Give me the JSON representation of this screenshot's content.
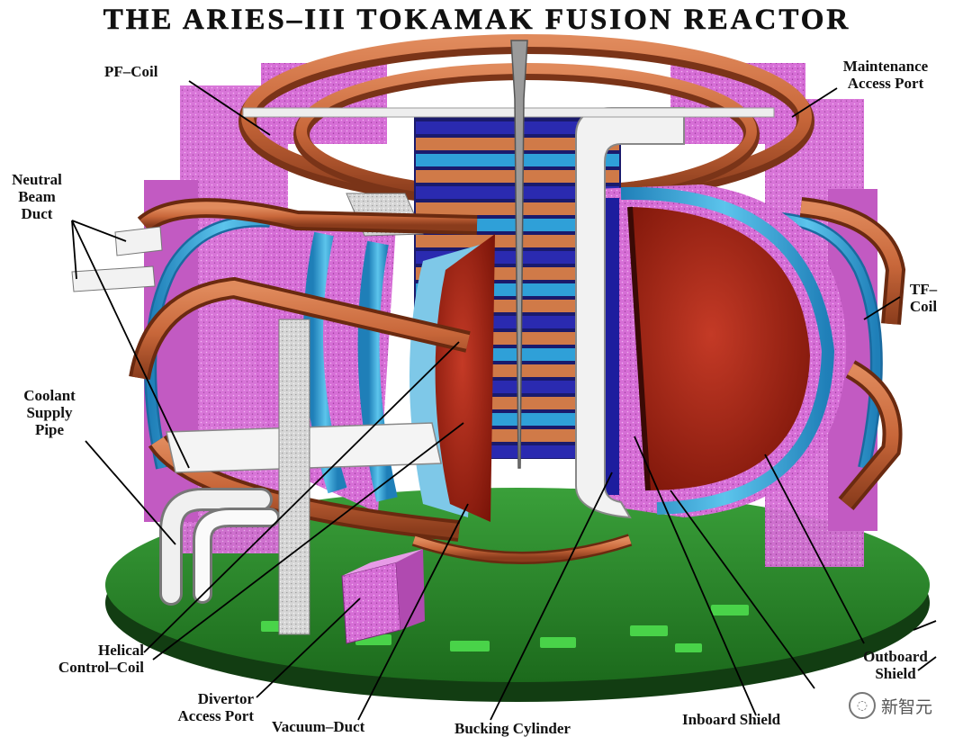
{
  "title": "THE ARIES–III TOKAMAK FUSION REACTOR",
  "labels": {
    "pf_coil": [
      "PF–Coil"
    ],
    "maintenance_port": [
      "Maintenance",
      "Access Port"
    ],
    "neutral_beam": [
      "Neutral",
      "Beam",
      "Duct"
    ],
    "tf_coil": [
      "TF–",
      "Coil"
    ],
    "coolant_pipe": [
      "Coolant",
      "Supply",
      "Pipe"
    ],
    "helical_coil": [
      "Helical",
      "Control–Coil"
    ],
    "divertor_port": [
      "Divertor",
      "Access Port"
    ],
    "vacuum_duct": [
      "Vacuum–Duct"
    ],
    "bucking_cylinder": [
      "Bucking Cylinder"
    ],
    "inboard_shield": [
      "Inboard Shield"
    ],
    "outboard_shield": [
      "Outboard",
      "Shield"
    ]
  },
  "watermark": {
    "text": "新智元",
    "icon": "chat-bubble-icon"
  },
  "colors": {
    "coil_copper": "#c8673a",
    "shield_magenta": "#d46ad6",
    "plasma_red": "#b32618",
    "blue_coil": "#2fa0d8",
    "navy": "#1a1a8c",
    "base_green": "#2e8a2e",
    "support_gray": "#d8d8d8"
  }
}
